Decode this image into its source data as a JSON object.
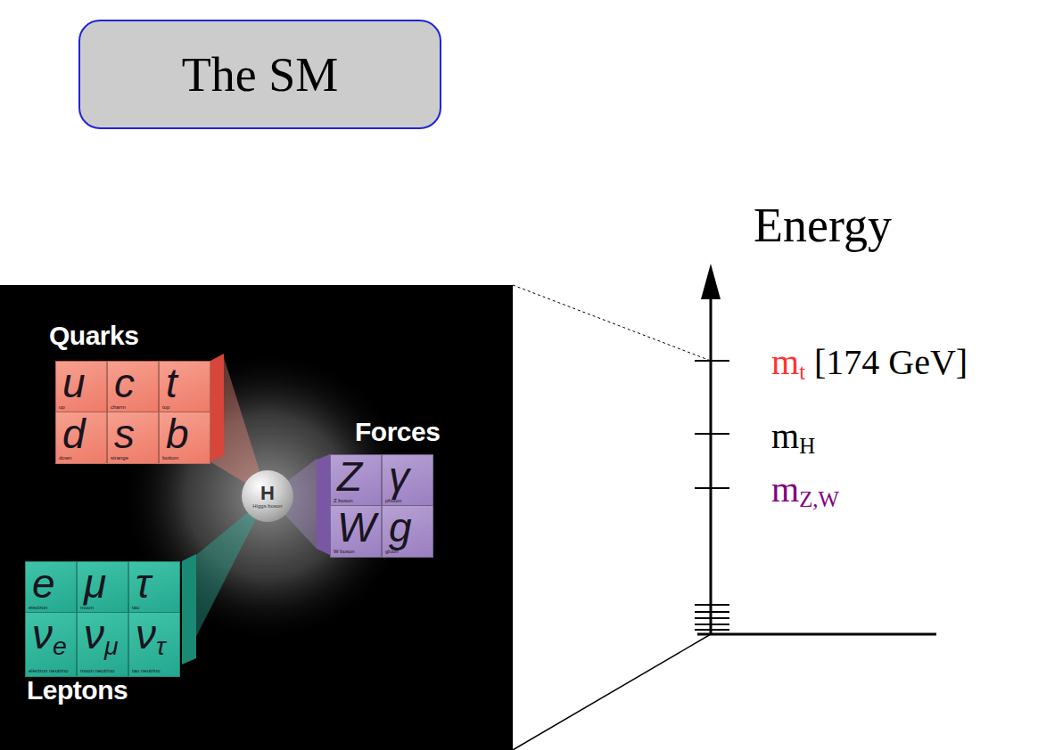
{
  "diagram": {
    "title": "The SM",
    "nodes": [
      {
        "text": [
          "Quarks",
          "Forces",
          "Leptons"
        ]
      },
      {
        "text": [
          "u",
          "up"
        ],
        "in": 0
      },
      {
        "text": [
          "c",
          "charm"
        ],
        "in": 0
      },
      {
        "text": [
          "t",
          "top"
        ],
        "in": 0
      },
      {
        "text": [
          "d",
          "down"
        ],
        "in": 0
      },
      {
        "text": [
          "s",
          "strange"
        ],
        "in": 0
      },
      {
        "text": [
          "b",
          "bottom"
        ],
        "in": 0
      },
      {
        "text": [
          "H",
          "Higgs boson"
        ],
        "in": 0
      },
      {
        "text": [
          "Z",
          "Z boson"
        ],
        "in": 0
      },
      {
        "text": [
          "γ",
          "photon"
        ],
        "in": 0
      },
      {
        "text": [
          "W",
          "W boson"
        ],
        "in": 0
      },
      {
        "text": [
          "g",
          "gluon"
        ],
        "in": 0
      },
      {
        "text": [
          "e",
          "electron"
        ],
        "in": 0
      },
      {
        "text": [
          "μ",
          "muon"
        ],
        "in": 0
      },
      {
        "text": [
          "τ",
          "tau"
        ],
        "in": 0
      },
      {
        "text": [
          "νe",
          "electron neutrino"
        ],
        "in": 0
      },
      {
        "text": [
          "νμ",
          "muon neutrino"
        ],
        "in": 0
      },
      {
        "text": [
          "ντ",
          "tau neutrino"
        ],
        "in": 0
      }
    ],
    "labels": [
      "Energy",
      "mt",
      "[174 GeV]",
      "mH",
      "mZ,W"
    ]
  }
}
